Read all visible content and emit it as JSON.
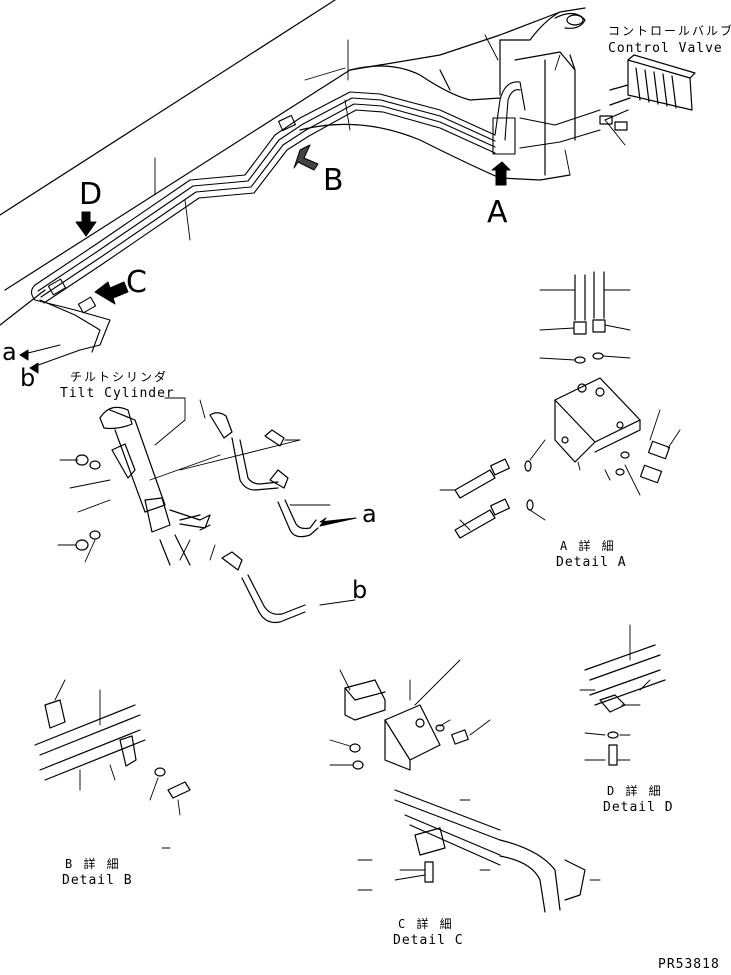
{
  "callouts": {
    "control_valve_jp": "コントロールバルブ",
    "control_valve_en": "Control Valve",
    "tilt_cylinder_jp": "チルトシリンダ",
    "tilt_cylinder_en": "Tilt Cylinder",
    "view_a": "A",
    "view_b": "B",
    "view_c": "C",
    "view_d": "D",
    "line_a": "a",
    "line_b": "b"
  },
  "details": {
    "a_jp": "A 詳 細",
    "a_en": "Detail A",
    "b_jp": "B 詳 細",
    "b_en": "Detail B",
    "c_jp": "C 詳 細",
    "c_en": "Detail C",
    "d_jp": "D 詳 細",
    "d_en": "Detail D"
  },
  "drawing_number": "PR53818"
}
